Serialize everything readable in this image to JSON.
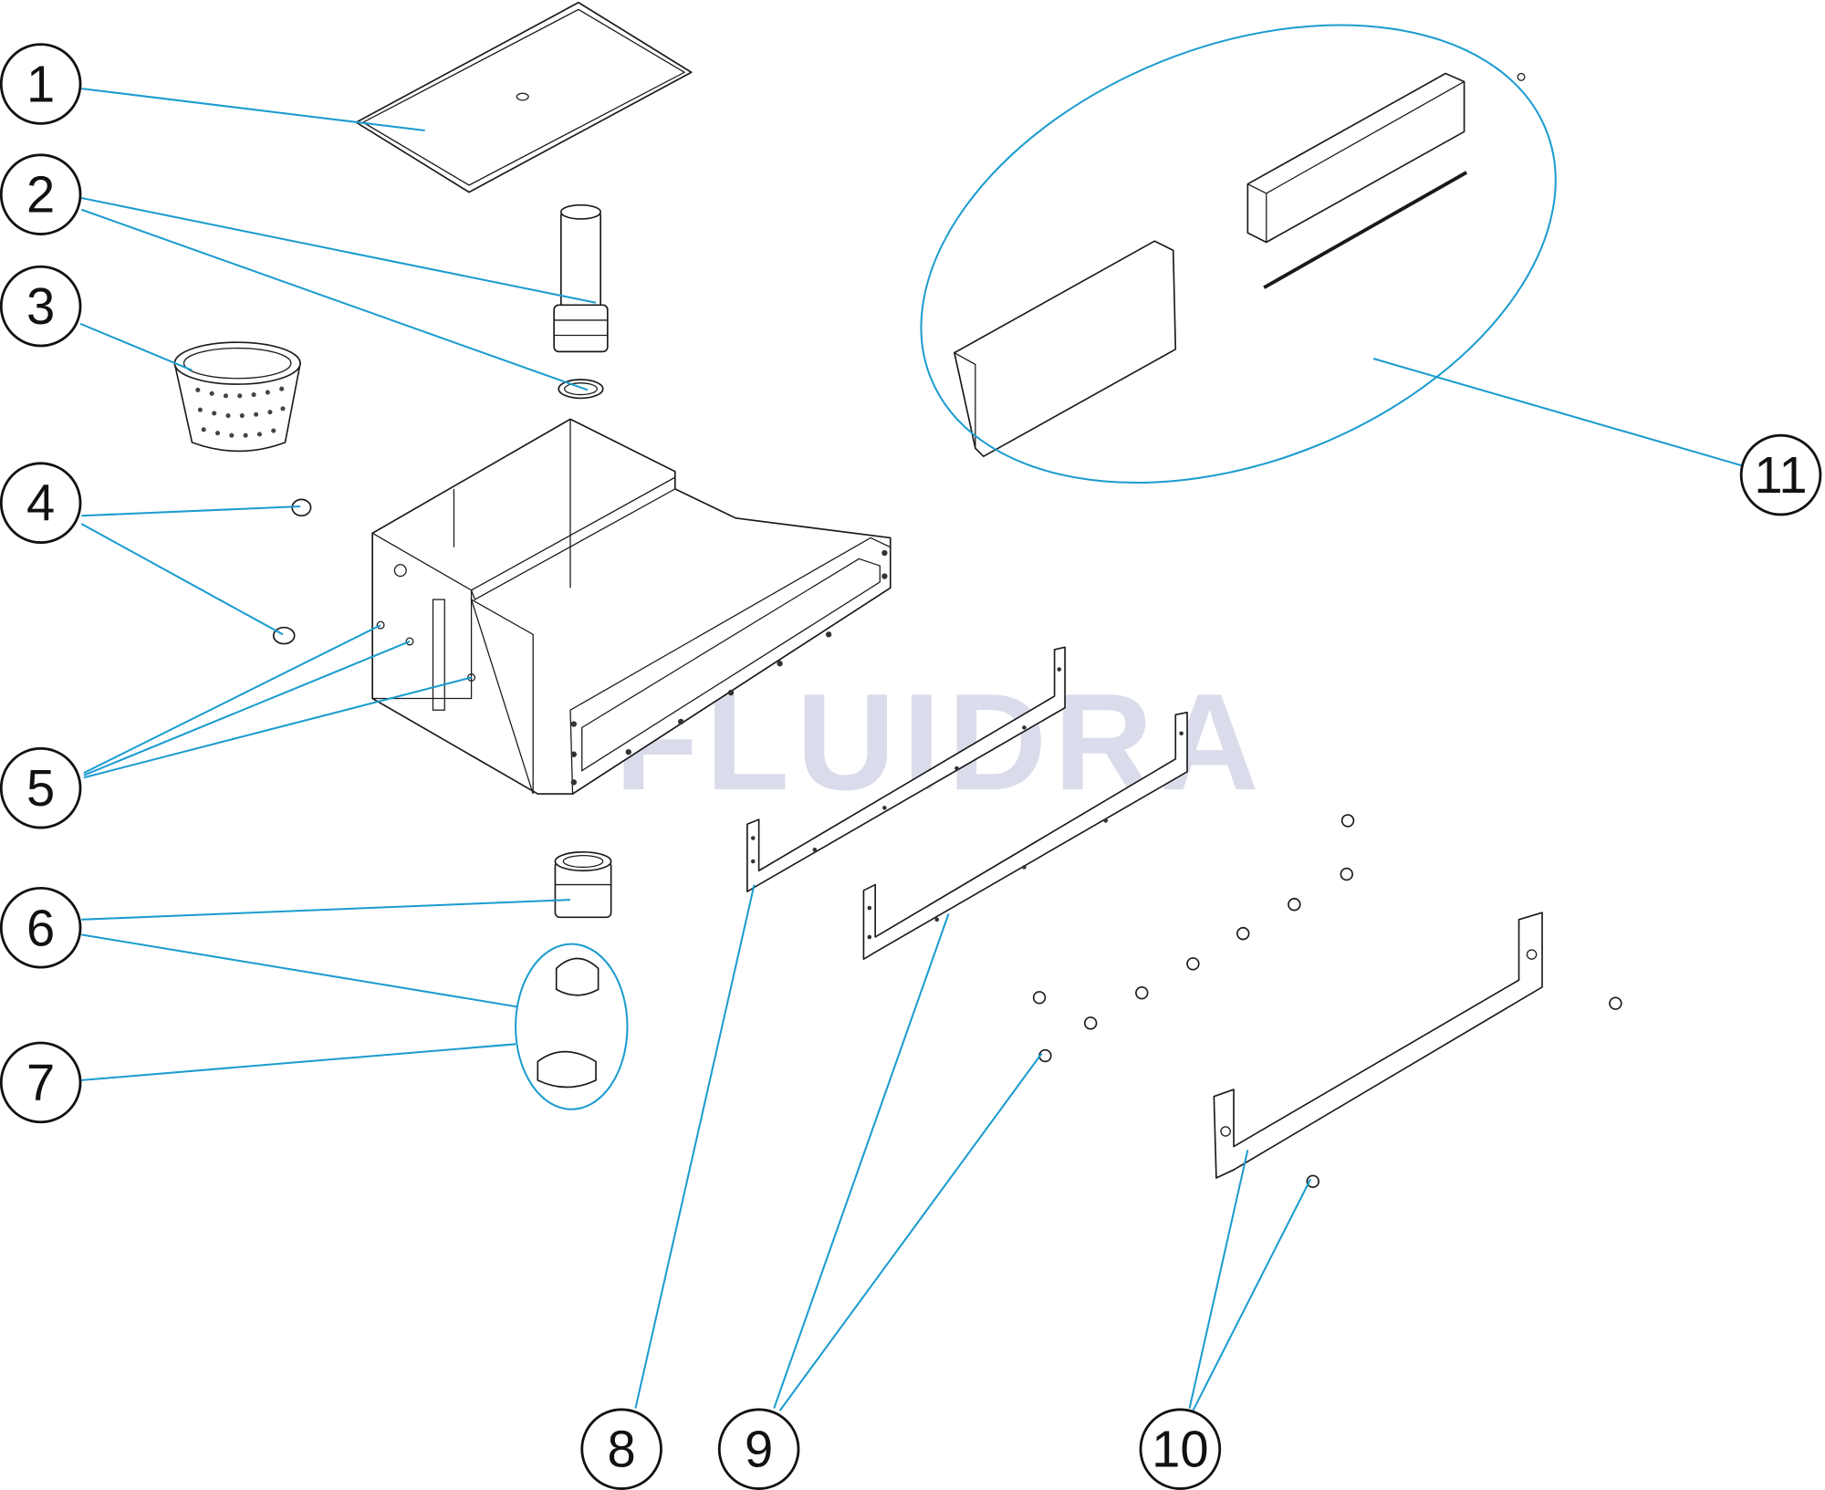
{
  "watermark": "FLUIDRA",
  "callouts": [
    "1",
    "2",
    "3",
    "4",
    "5",
    "6",
    "7",
    "8",
    "9",
    "10",
    "11"
  ],
  "colors": {
    "leader": "#1b9ccf",
    "watermark": "#d4d6e8",
    "outline": "#1a1a1a"
  }
}
